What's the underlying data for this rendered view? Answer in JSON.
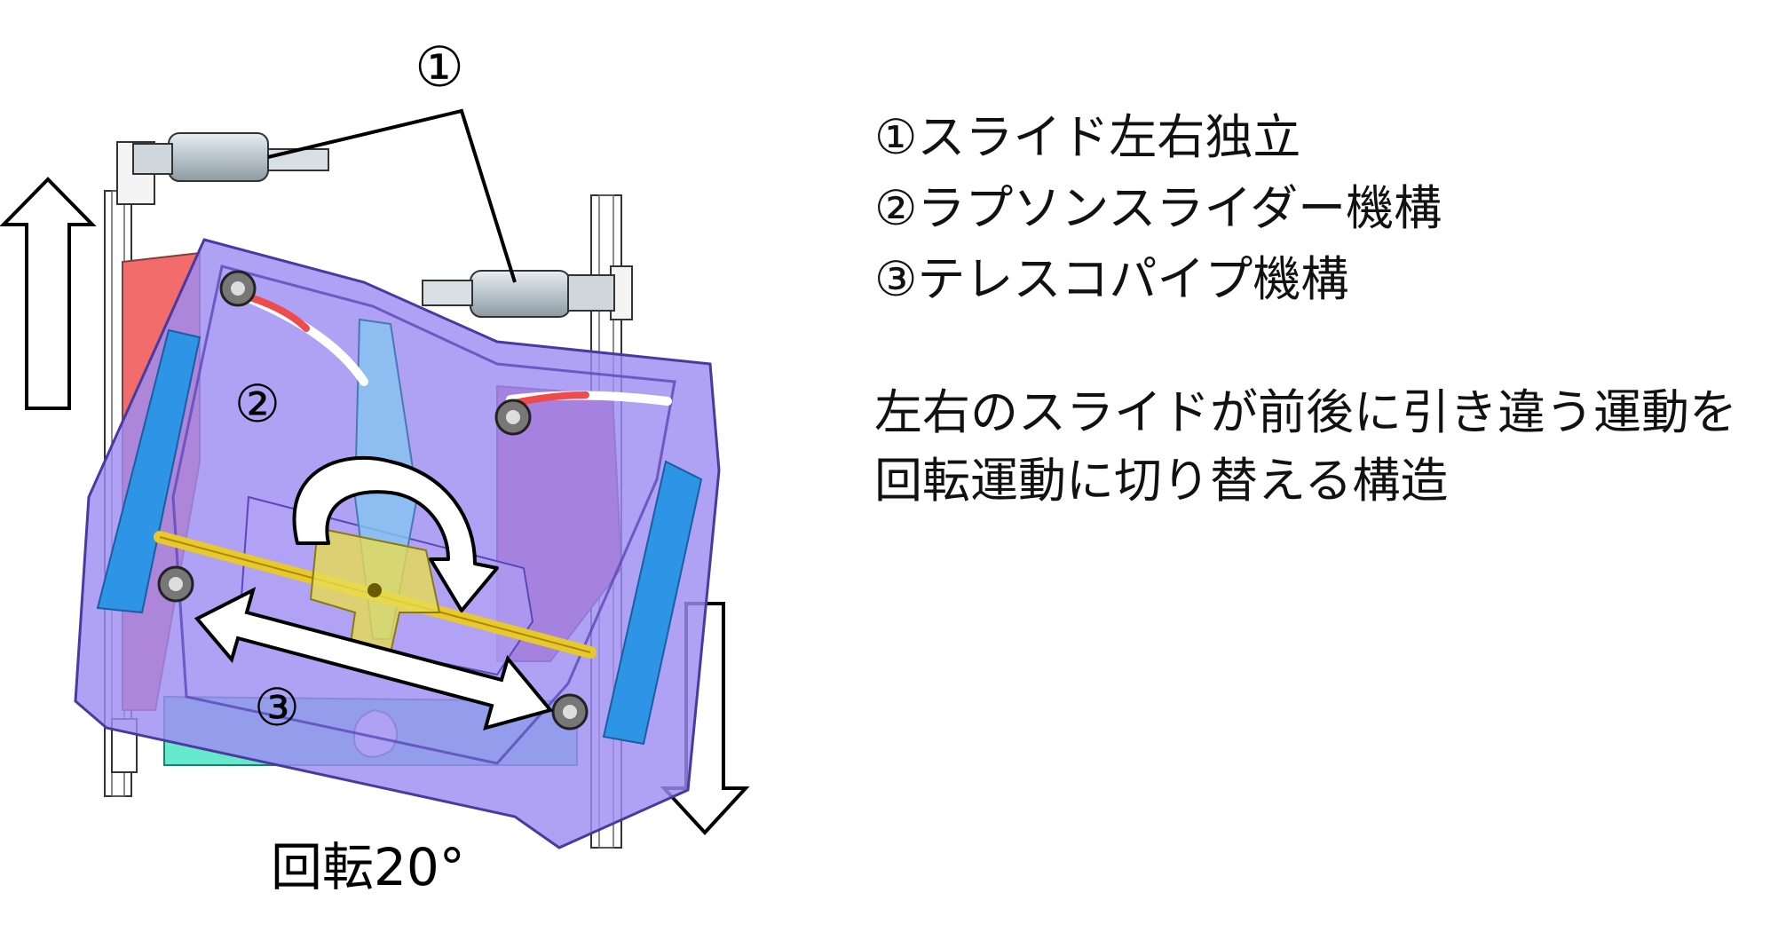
{
  "diagram": {
    "callout_1": "①",
    "callout_2": "②",
    "callout_3": "③",
    "rotation_label": "回転20°"
  },
  "features": [
    "①スライド左右独立",
    "②ラプソンスライダー機構",
    "③テレスコパイプ機構"
  ],
  "description": [
    "左右のスライドが前後に引き違う運動を",
    "回転運動に切り替える構造"
  ]
}
